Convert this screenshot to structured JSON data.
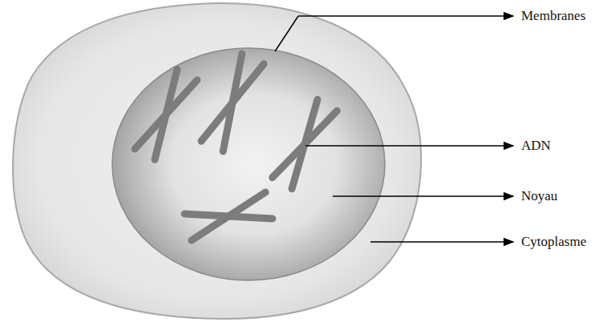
{
  "diagram": {
    "labels": [
      "Membranes",
      "ADN",
      "Noyau",
      "Cytoplasme"
    ]
  }
}
